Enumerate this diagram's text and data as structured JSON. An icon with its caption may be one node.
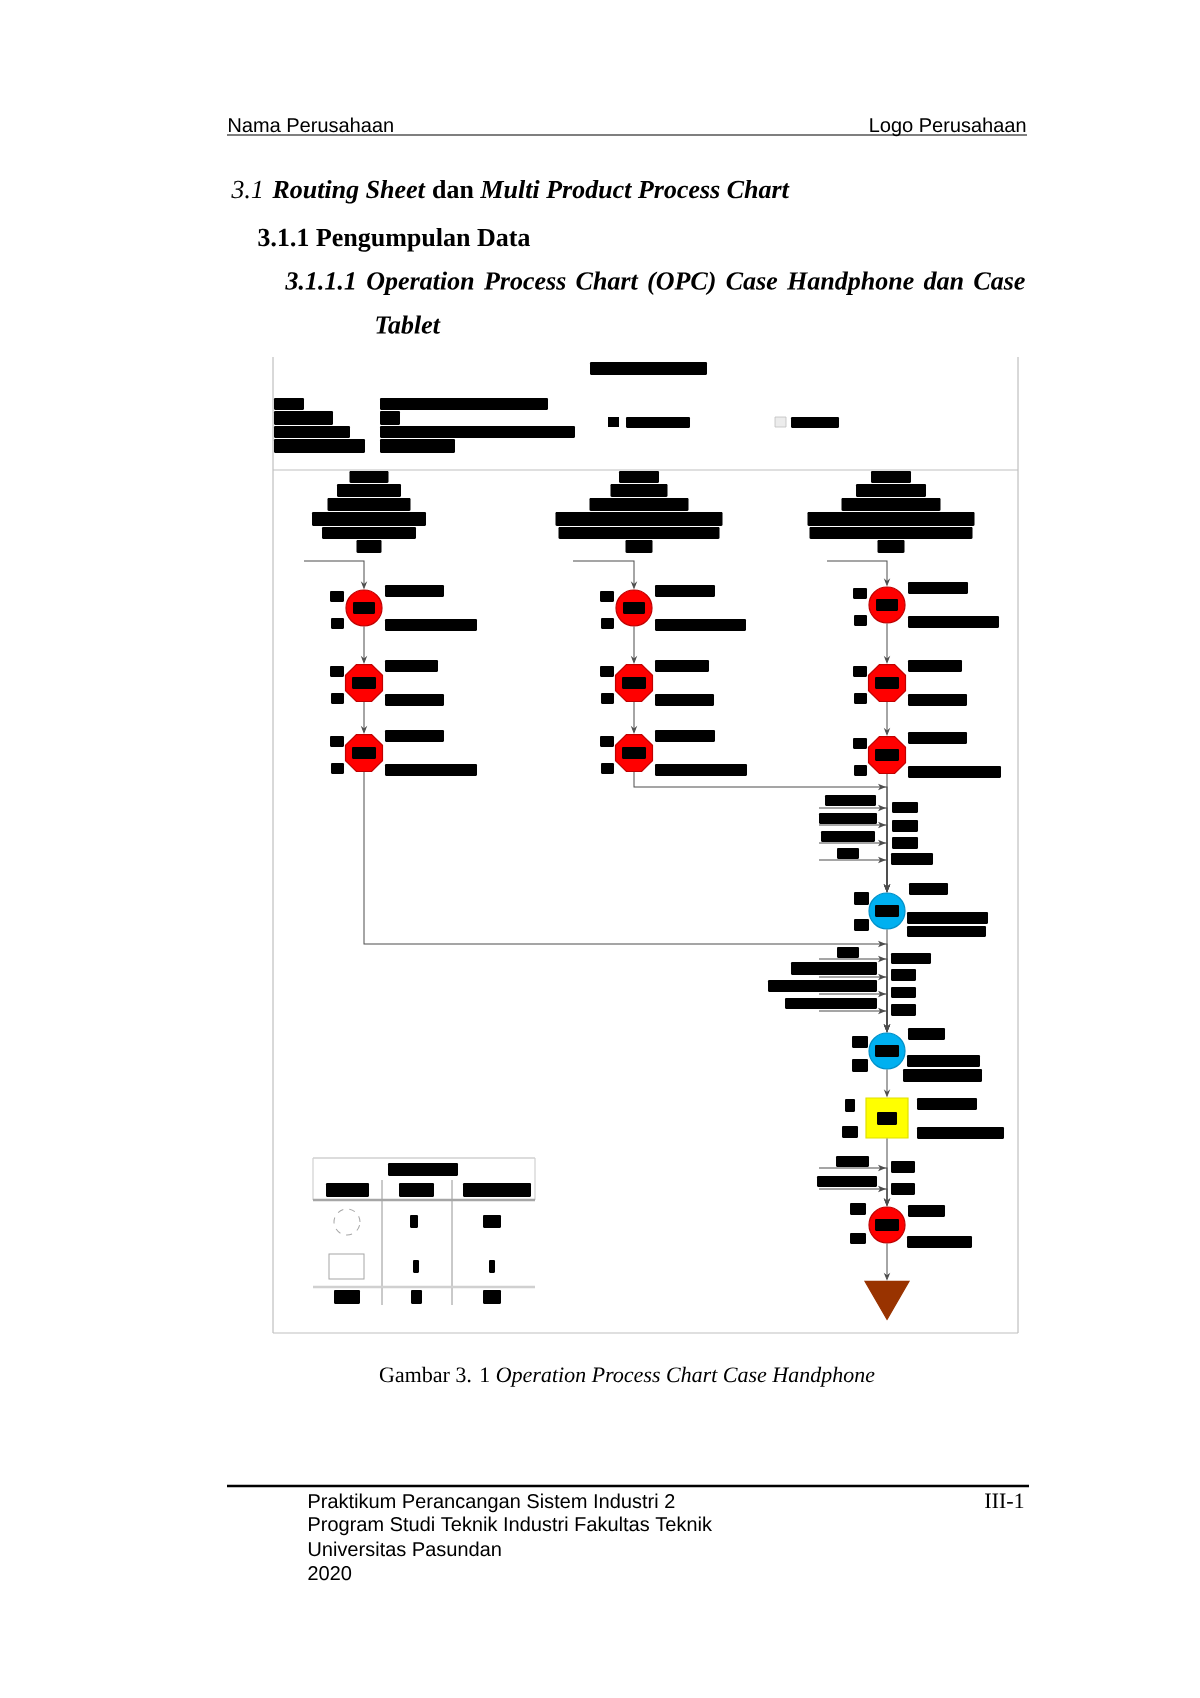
{
  "diagram": {
    "caption": "Gambar 3. 1 *Operation Process Chart Case Handphone*",
    "nodes": [
      {
        "text": [],
        "shape": "circle"
      },
      {
        "text": [],
        "shape": "octagon"
      },
      {
        "text": [],
        "shape": "octagon"
      },
      {
        "text": [],
        "shape": "circle"
      },
      {
        "text": [],
        "shape": "octagon"
      },
      {
        "text": [],
        "shape": "octagon"
      },
      {
        "text": [],
        "shape": "circle"
      },
      {
        "text": [],
        "shape": "octagon"
      },
      {
        "text": [],
        "shape": "octagon"
      },
      {
        "text": [],
        "shape": "circle"
      },
      {
        "text": [],
        "shape": "circle"
      },
      {
        "text": [],
        "shape": "box"
      },
      {
        "text": [],
        "shape": "circle"
      },
      {
        "text": [],
        "shape": "triangle"
      }
    ],
    "edges": [
      {
        "from": null,
        "to": 0,
        "arrow": "to"
      },
      {
        "from": 0,
        "to": 1,
        "arrow": "to"
      },
      {
        "from": 1,
        "to": 2,
        "arrow": "to"
      },
      {
        "from": 2,
        "to": 10,
        "arrow": "to"
      },
      {
        "from": null,
        "to": 3,
        "arrow": "to"
      },
      {
        "from": 3,
        "to": 4,
        "arrow": "to"
      },
      {
        "from": 4,
        "to": 5,
        "arrow": "to"
      },
      {
        "from": 5,
        "to": 9,
        "arrow": "to"
      },
      {
        "from": null,
        "to": 6,
        "arrow": "to"
      },
      {
        "from": 6,
        "to": 7,
        "arrow": "to"
      },
      {
        "from": 7,
        "to": 8,
        "arrow": "to"
      },
      {
        "from": 8,
        "to": 9,
        "arrow": "to"
      },
      {
        "from": null,
        "to": 9,
        "arrow": "to"
      },
      {
        "from": null,
        "to": 9,
        "arrow": "to"
      },
      {
        "from": null,
        "to": 9,
        "arrow": "to"
      },
      {
        "from": null,
        "to": 9,
        "arrow": "to"
      },
      {
        "from": 9,
        "to": 10,
        "arrow": "to"
      },
      {
        "from": null,
        "to": 10,
        "arrow": "to"
      },
      {
        "from": null,
        "to": 10,
        "arrow": "to"
      },
      {
        "from": null,
        "to": 10,
        "arrow": "to"
      },
      {
        "from": null,
        "to": 10,
        "arrow": "to"
      },
      {
        "from": 10,
        "to": 11,
        "arrow": "to"
      },
      {
        "from": 11,
        "to": 12,
        "arrow": "to"
      },
      {
        "from": null,
        "to": 12,
        "arrow": "to"
      },
      {
        "from": null,
        "to": 12,
        "arrow": "to"
      },
      {
        "from": 12,
        "to": 13,
        "arrow": "to"
      }
    ],
    "labels": [
      "Nama Perusahaan",
      "Logo Perusahaan",
      "3.1",
      "*Routing Sheet* dan *Multi Product Process Chart*",
      "3.1.1 Pengumpulan Data",
      "3.1.1.1 Operation Process Chart (OPC) Case Handphone dan Case Tablet",
      "Praktikum Perancangan Sistem Industri 2",
      "III-1",
      "Program Studi Teknik Industri Fakultas Teknik",
      "Universitas Pasundan",
      "2020"
    ]
  }
}
